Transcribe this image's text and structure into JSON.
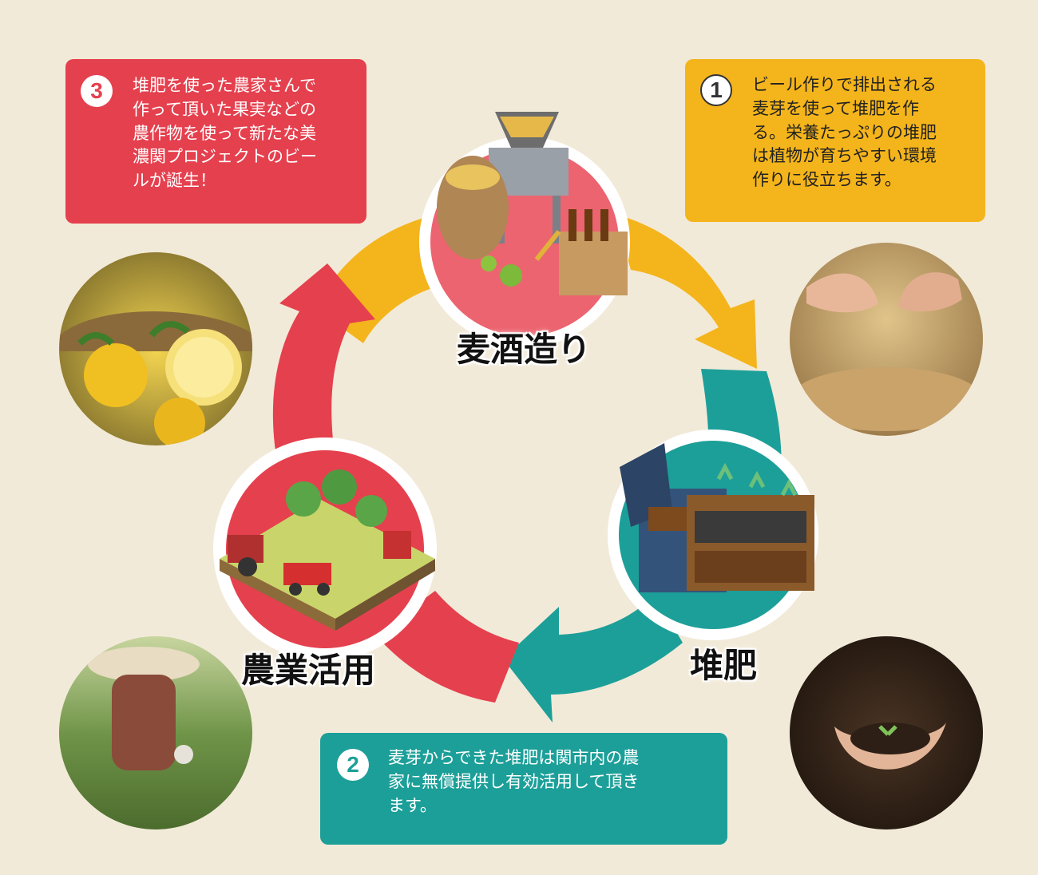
{
  "colors": {
    "background": "#f2ead8",
    "red": "#e5404e",
    "yellow": "#f4b41b",
    "teal": "#1d9f99"
  },
  "stages": {
    "brewing": {
      "label": "麦酒造り",
      "icon": "brewing-equipment-icon"
    },
    "compost": {
      "label": "堆肥",
      "icon": "compost-bin-icon"
    },
    "agriculture": {
      "label": "農業活用",
      "icon": "farm-field-icon"
    }
  },
  "steps": {
    "step1": {
      "number": "1",
      "text": "ビール作りで排出される\n麦芽を使って堆肥を作\nる。栄養たっぷりの堆肥\nは植物が育ちやすい環境\n作りに役立ちます。"
    },
    "step2": {
      "number": "2",
      "text": "麦芽からできた堆肥は関市内の農\n家に無償提供し有効活用して頂き\nます。"
    },
    "step3": {
      "number": "3",
      "text": "堆肥を使った農家さんで\n作って頂いた果実などの\n農作物を使って新たな美\n濃関プロジェクトのビー\nルが誕生！"
    }
  },
  "photos": {
    "grain": "barley-grain-hands-photo",
    "soil": "soil-seedling-hands-photo",
    "farmer": "farmer-working-field-photo",
    "citrus": "citrus-fruit-basket-photo"
  }
}
